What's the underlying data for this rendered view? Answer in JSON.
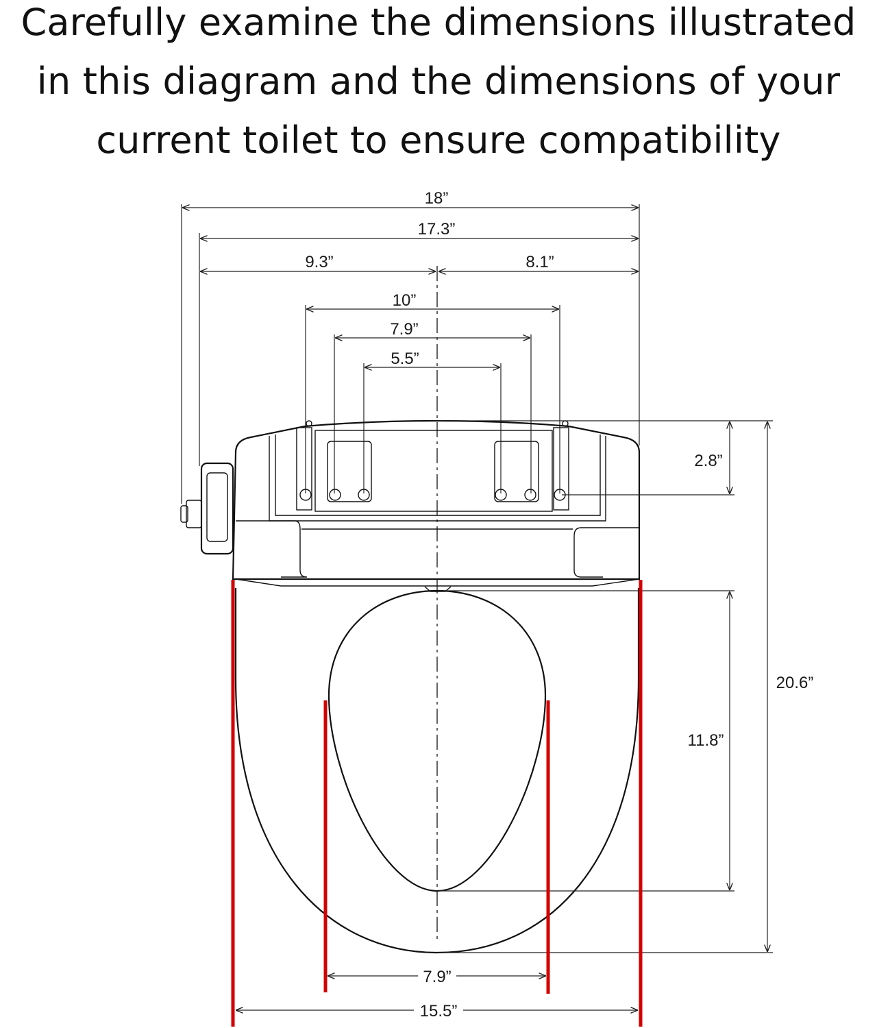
{
  "headline": {
    "line1": "Carefully examine the dimensions illustrated",
    "line2": "in this diagram and the dimensions of your",
    "line3": "current toilet to ensure compatibility"
  },
  "dimensions": {
    "overall_width": "18”",
    "seat_body_width": "17.3”",
    "left_of_center": "9.3”",
    "right_of_center": "8.1”",
    "bracket_outer": "10”",
    "bracket_middle": "7.9”",
    "bracket_inner": "5.5”",
    "bracket_depth": "2.8”",
    "overall_length": "20.6”",
    "opening_length": "11.8”",
    "opening_width": "7.9”",
    "seat_width": "15.5”"
  },
  "colors": {
    "accent_red": "#d40000",
    "line": "#111111"
  }
}
